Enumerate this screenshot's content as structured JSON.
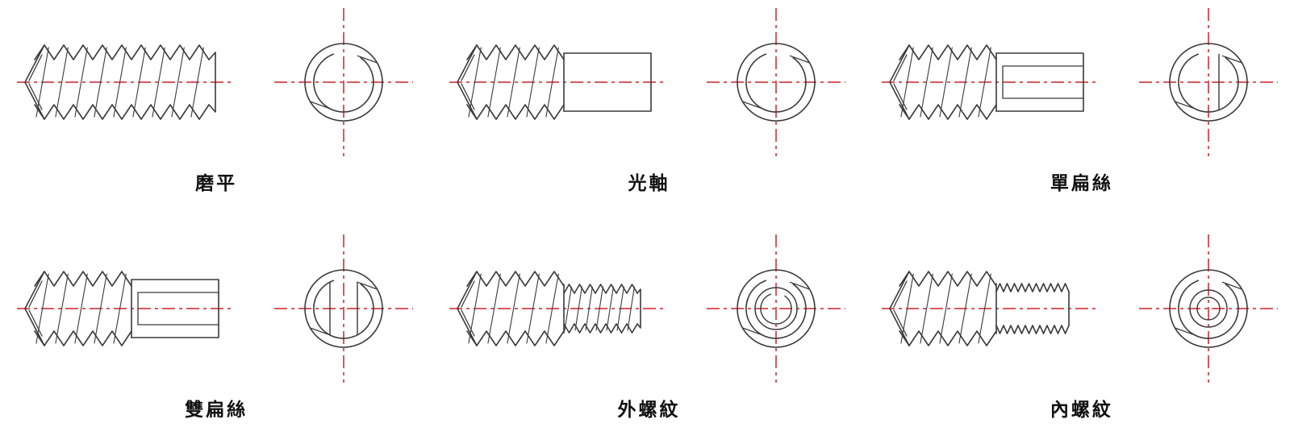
{
  "diagram": {
    "accent_color": "#cf2127",
    "line_color": "#3a3a3a",
    "cells": [
      {
        "id": "ground-flat",
        "label": "磨平"
      },
      {
        "id": "plain-shaft",
        "label": "光軸"
      },
      {
        "id": "single-flat",
        "label": "單扁絲"
      },
      {
        "id": "double-flat",
        "label": "雙扁絲"
      },
      {
        "id": "external-thread",
        "label": "外螺紋"
      },
      {
        "id": "internal-thread",
        "label": "內螺紋"
      }
    ]
  }
}
